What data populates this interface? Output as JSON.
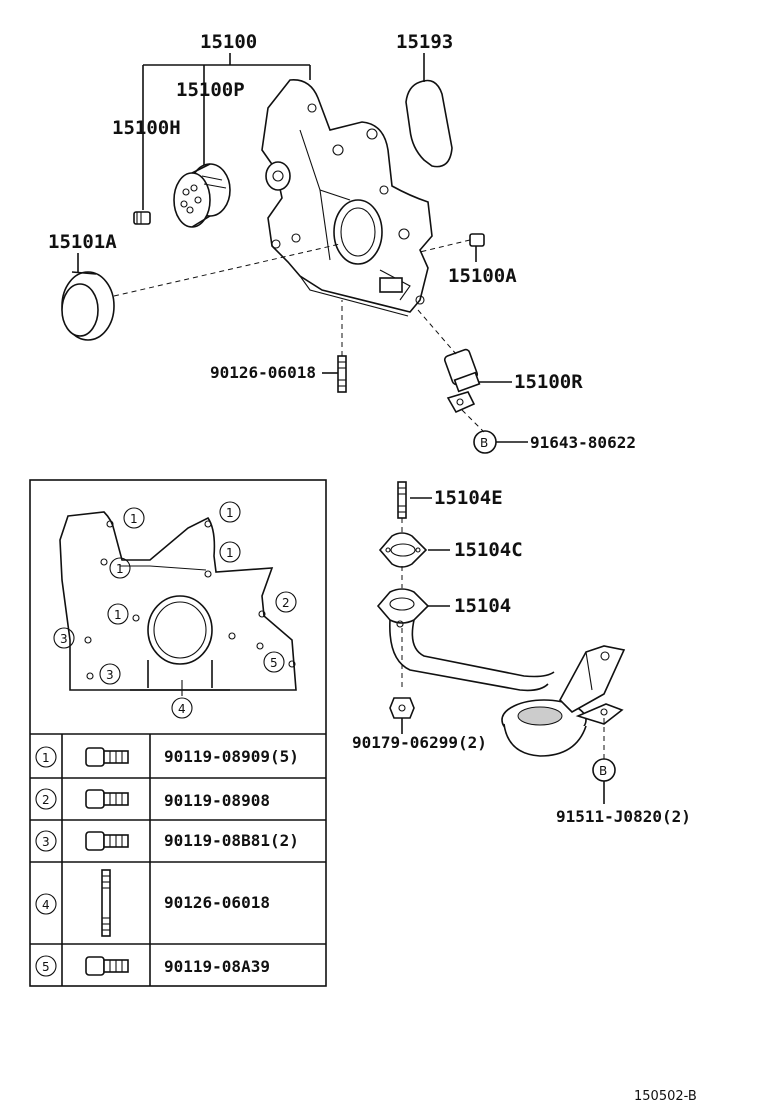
{
  "callouts": {
    "p15100": "15100",
    "p15100p": "15100P",
    "p15100h": "15100H",
    "p15193": "15193",
    "p15101a": "15101A",
    "p15100a": "15100A",
    "p90126_top": "90126-06018",
    "p15100r": "15100R",
    "p91643": "91643-80622",
    "ref_b1": "B",
    "p15104e": "15104E",
    "p15104c": "15104C",
    "p15104": "15104",
    "p90179": "90179-06299(2)",
    "ref_b2": "B",
    "p91511": "91511-J0820(2)"
  },
  "layout_markers": [
    "1",
    "1",
    "1",
    "1",
    "1",
    "2",
    "3",
    "3",
    "5",
    "4"
  ],
  "bolt_table": [
    {
      "index": "1",
      "part": "90119-08909(5)"
    },
    {
      "index": "2",
      "part": "90119-08908"
    },
    {
      "index": "3",
      "part": "90119-08B81(2)"
    },
    {
      "index": "4",
      "part": "90126-06018"
    },
    {
      "index": "5",
      "part": "90119-08A39"
    }
  ],
  "figure_code": "150502-B"
}
